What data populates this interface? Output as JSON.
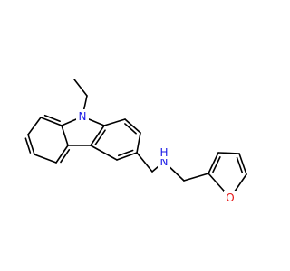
{
  "molecule": {
    "atoms": [
      {
        "id": "N9",
        "label": "N",
        "color": "#1a1ae6"
      },
      {
        "id": "N_amine",
        "label": "N",
        "color": "#1a1ae6"
      },
      {
        "id": "H_amine",
        "label": "H",
        "color": "#1a1ae6"
      },
      {
        "id": "O_furan",
        "label": "O",
        "color": "#e61a1a"
      }
    ]
  }
}
